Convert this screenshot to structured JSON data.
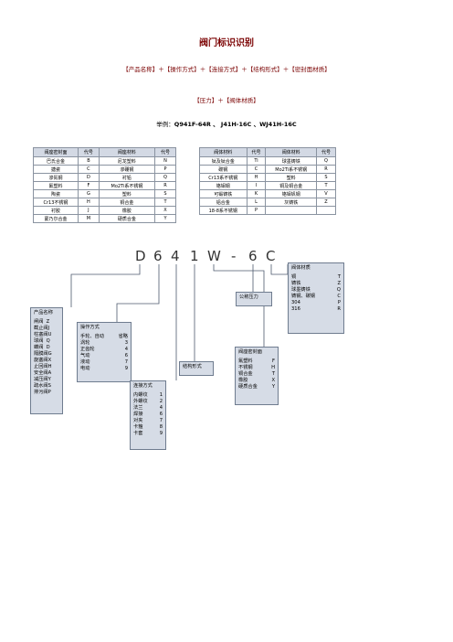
{
  "title": "阀门标识识别",
  "formula1": "【产品名称】＋【操作方式】＋【连接方式】＋【结构形式】＋【密封面材质】",
  "formula2": "【压力】＋【阀体材质】",
  "example_prefix": "举例：",
  "example_codes": "Q941F-64R 、 J41H-16C 、WJ41H-16C",
  "table_left": {
    "headers": [
      "阀座密封面",
      "代号",
      "阀座材料",
      "代号"
    ],
    "rows": [
      [
        "巴氏合金",
        "B",
        "尼龙塑料",
        "N"
      ],
      [
        "搪瓷",
        "C",
        "渗硼钢",
        "P"
      ],
      [
        "渗氮钢",
        "D",
        "衬铅",
        "Q"
      ],
      [
        "氟塑料",
        "F",
        "Mo2Ti系不锈钢",
        "R"
      ],
      [
        "陶瓷",
        "G",
        "塑料",
        "S"
      ],
      [
        "Cr13不锈钢",
        "H",
        "铜合金",
        "T"
      ],
      [
        "衬胶",
        "J",
        "橡胶",
        "X"
      ],
      [
        "蒙乃尔合金",
        "M",
        "硬质合金",
        "Y"
      ]
    ]
  },
  "table_right": {
    "headers": [
      "阀体材料",
      "代号",
      "阀体材料",
      "代号"
    ],
    "rows": [
      [
        "钛及钛合金",
        "Ti",
        "球墨铸铁",
        "Q"
      ],
      [
        "碳钢",
        "C",
        "Mo2Ti系不锈钢",
        "R"
      ],
      [
        "Cr13系不锈钢",
        "H",
        "塑料",
        "S"
      ],
      [
        "铬钼钢",
        "I",
        "铜及铜合金",
        "T"
      ],
      [
        "可锻铸铁",
        "K",
        "铬钼钒钢",
        "V"
      ],
      [
        "铝合金",
        "L",
        "灰铸铁",
        "Z"
      ],
      [
        "18-8系不锈钢",
        "P",
        "",
        ""
      ]
    ]
  },
  "code_chars": [
    "D",
    "6",
    "4",
    "1",
    "W",
    "-",
    "6",
    "C"
  ],
  "boxes": {
    "body_material": {
      "title": "阀体材质",
      "items": [
        [
          "铜",
          "T"
        ],
        [
          "铸铁",
          "Z"
        ],
        [
          "球墨铸铁",
          "Q"
        ],
        [
          "铸钢、碳钢",
          "C"
        ],
        [
          "304",
          "P"
        ],
        [
          "316",
          "R"
        ]
      ]
    },
    "nominal_pressure": {
      "title": "公称压力"
    },
    "product_name": {
      "title": "产品名称",
      "items": [
        "闸阀  Z",
        "截止阀J",
        "柱塞阀U",
        "球阀  Q",
        "蝶阀  D",
        "隔膜阀G",
        "旋塞阀X",
        "止回阀H",
        "安全阀A",
        "减压阀Y",
        "疏水阀S",
        "排污阀P"
      ]
    },
    "operation": {
      "title": "操作方式",
      "items": [
        [
          "手轮、自动",
          "省略"
        ],
        [
          "涡轮",
          "3"
        ],
        [
          "正齿轮",
          "4"
        ],
        [
          "气动",
          "6"
        ],
        [
          "液动",
          "7"
        ],
        [
          "电动",
          "9"
        ]
      ]
    },
    "structure": {
      "title": "结构形式"
    },
    "seal": {
      "title": "阀座密封面",
      "items": [
        [
          "氟塑料",
          "F"
        ],
        [
          "不锈钢",
          "H"
        ],
        [
          "铜合金",
          "T"
        ],
        [
          "橡胶",
          "X"
        ],
        [
          "硬质合金",
          "Y"
        ]
      ]
    },
    "connection": {
      "title": "连接方式",
      "items": [
        [
          "内螺纹",
          "1"
        ],
        [
          "外螺纹",
          "2"
        ],
        [
          "法兰",
          "4"
        ],
        [
          "焊接",
          "6"
        ],
        [
          "对夹",
          "7"
        ],
        [
          "卡箍",
          "8"
        ],
        [
          "卡套",
          "9"
        ]
      ]
    }
  }
}
